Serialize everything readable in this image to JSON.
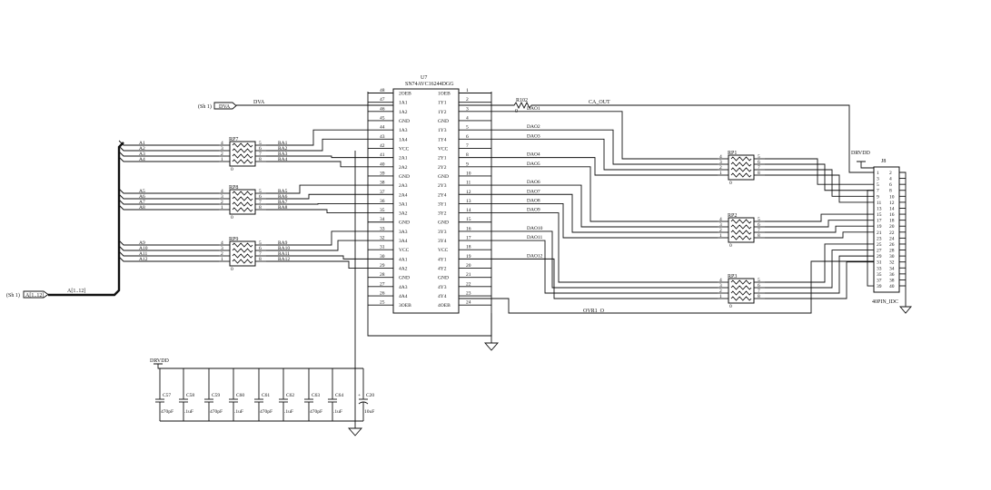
{
  "u7": {
    "ref": "U7",
    "part": "SN74AVC16244DGG",
    "left_pins": [
      {
        "num": "48",
        "name": "2OEB"
      },
      {
        "num": "47",
        "name": "1A1"
      },
      {
        "num": "46",
        "name": "1A2"
      },
      {
        "num": "45",
        "name": "GND"
      },
      {
        "num": "44",
        "name": "1A3"
      },
      {
        "num": "43",
        "name": "1A4"
      },
      {
        "num": "42",
        "name": "VCC"
      },
      {
        "num": "41",
        "name": "2A1"
      },
      {
        "num": "40",
        "name": "2A2"
      },
      {
        "num": "39",
        "name": "GND"
      },
      {
        "num": "38",
        "name": "2A3"
      },
      {
        "num": "37",
        "name": "2A4"
      },
      {
        "num": "36",
        "name": "3A1"
      },
      {
        "num": "35",
        "name": "3A2"
      },
      {
        "num": "34",
        "name": "GND"
      },
      {
        "num": "33",
        "name": "3A3"
      },
      {
        "num": "32",
        "name": "3A4"
      },
      {
        "num": "31",
        "name": "VCC"
      },
      {
        "num": "30",
        "name": "4A1"
      },
      {
        "num": "29",
        "name": "4A2"
      },
      {
        "num": "28",
        "name": "GND"
      },
      {
        "num": "27",
        "name": "4A3"
      },
      {
        "num": "26",
        "name": "4A4"
      },
      {
        "num": "25",
        "name": "3OEB"
      }
    ],
    "right_pins": [
      {
        "num": "1",
        "name": "1OEB"
      },
      {
        "num": "2",
        "name": "1Y1"
      },
      {
        "num": "3",
        "name": "1Y2"
      },
      {
        "num": "4",
        "name": "GND"
      },
      {
        "num": "5",
        "name": "1Y3"
      },
      {
        "num": "6",
        "name": "1Y4"
      },
      {
        "num": "7",
        "name": "VCC"
      },
      {
        "num": "8",
        "name": "2Y1"
      },
      {
        "num": "9",
        "name": "2Y2"
      },
      {
        "num": "10",
        "name": "GND"
      },
      {
        "num": "11",
        "name": "2Y3"
      },
      {
        "num": "12",
        "name": "2Y4"
      },
      {
        "num": "13",
        "name": "3Y1"
      },
      {
        "num": "14",
        "name": "3Y2"
      },
      {
        "num": "15",
        "name": "GND"
      },
      {
        "num": "16",
        "name": "3Y3"
      },
      {
        "num": "17",
        "name": "3Y4"
      },
      {
        "num": "18",
        "name": "VCC"
      },
      {
        "num": "19",
        "name": "4Y1"
      },
      {
        "num": "20",
        "name": "4Y2"
      },
      {
        "num": "21",
        "name": "GND"
      },
      {
        "num": "22",
        "name": "4Y3"
      },
      {
        "num": "23",
        "name": "4Y4"
      },
      {
        "num": "24",
        "name": "4OEB"
      }
    ]
  },
  "resistor_packs": [
    {
      "ref": "RP7",
      "left_nums": [
        "4",
        "3",
        "2",
        "1"
      ],
      "right_nums": [
        "5",
        "6",
        "7",
        "8"
      ],
      "in_nets": [
        "A1",
        "A2",
        "A3",
        "A4"
      ],
      "out_nets": [
        "RA1",
        "RA2",
        "RA3",
        "RA4"
      ],
      "zero": "0"
    },
    {
      "ref": "RP8",
      "left_nums": [
        "4",
        "3",
        "2",
        "1"
      ],
      "right_nums": [
        "5",
        "6",
        "7",
        "8"
      ],
      "in_nets": [
        "A5",
        "A6",
        "A7",
        "A8"
      ],
      "out_nets": [
        "RA5",
        "RA6",
        "RA7",
        "RA8"
      ],
      "zero": "0"
    },
    {
      "ref": "RP9",
      "left_nums": [
        "4",
        "3",
        "2",
        "1"
      ],
      "right_nums": [
        "5",
        "6",
        "7",
        "8"
      ],
      "in_nets": [
        "A9",
        "A10",
        "A11",
        "A12"
      ],
      "out_nets": [
        "RA9",
        "RA10",
        "RA11",
        "RA12"
      ],
      "zero": "0"
    },
    {
      "ref": "RP1",
      "left_nums": [
        "4",
        "3",
        "2",
        "1"
      ],
      "right_nums": [
        "5",
        "6",
        "7",
        "8"
      ],
      "zero": "0"
    },
    {
      "ref": "RP2",
      "left_nums": [
        "4",
        "3",
        "2",
        "1"
      ],
      "right_nums": [
        "5",
        "6",
        "7",
        "8"
      ],
      "zero": "0"
    },
    {
      "ref": "RP3",
      "left_nums": [
        "4",
        "3",
        "2",
        "1"
      ],
      "right_nums": [
        "5",
        "6",
        "7",
        "8"
      ],
      "zero": "0"
    }
  ],
  "dao_nets": [
    "DAO1",
    "DAO2",
    "DAO3",
    "DAO4",
    "DAO5",
    "DAO6",
    "DAO7",
    "DAO8",
    "DAO9",
    "DAO10",
    "DAO11",
    "DAO12"
  ],
  "r102": {
    "ref": "R102",
    "value": "0",
    "net": "CA_OUT"
  },
  "ovr_net": "OVR1_O",
  "offsheet": {
    "dva": {
      "sheet": "(Sh 1)",
      "label": "DVA",
      "net": "DVA"
    },
    "abus": {
      "sheet": "(Sh 1)",
      "label": "A[1..12]",
      "net": "A[1..12]"
    }
  },
  "j8": {
    "ref": "J8",
    "type": "40PIN_IDC",
    "power": "DRVDD",
    "pins_left": [
      "1",
      "3",
      "5",
      "7",
      "9",
      "11",
      "13",
      "15",
      "17",
      "19",
      "21",
      "23",
      "25",
      "27",
      "29",
      "31",
      "33",
      "35",
      "37",
      "39"
    ],
    "pins_right": [
      "2",
      "4",
      "6",
      "8",
      "10",
      "12",
      "14",
      "16",
      "18",
      "20",
      "22",
      "24",
      "26",
      "28",
      "30",
      "32",
      "34",
      "36",
      "38",
      "40"
    ]
  },
  "decoupling": {
    "power": "DRVDD",
    "caps": [
      {
        "ref": "C57",
        "value": "470pF"
      },
      {
        "ref": "C58",
        "value": ".1uF"
      },
      {
        "ref": "C59",
        "value": "470pF"
      },
      {
        "ref": "C60",
        "value": ".1uF"
      },
      {
        "ref": "C61",
        "value": "470pF"
      },
      {
        "ref": "C62",
        "value": ".1uF"
      },
      {
        "ref": "C63",
        "value": "470pF"
      },
      {
        "ref": "C64",
        "value": ".1uF"
      },
      {
        "ref": "C20",
        "value": "10uF"
      }
    ]
  }
}
